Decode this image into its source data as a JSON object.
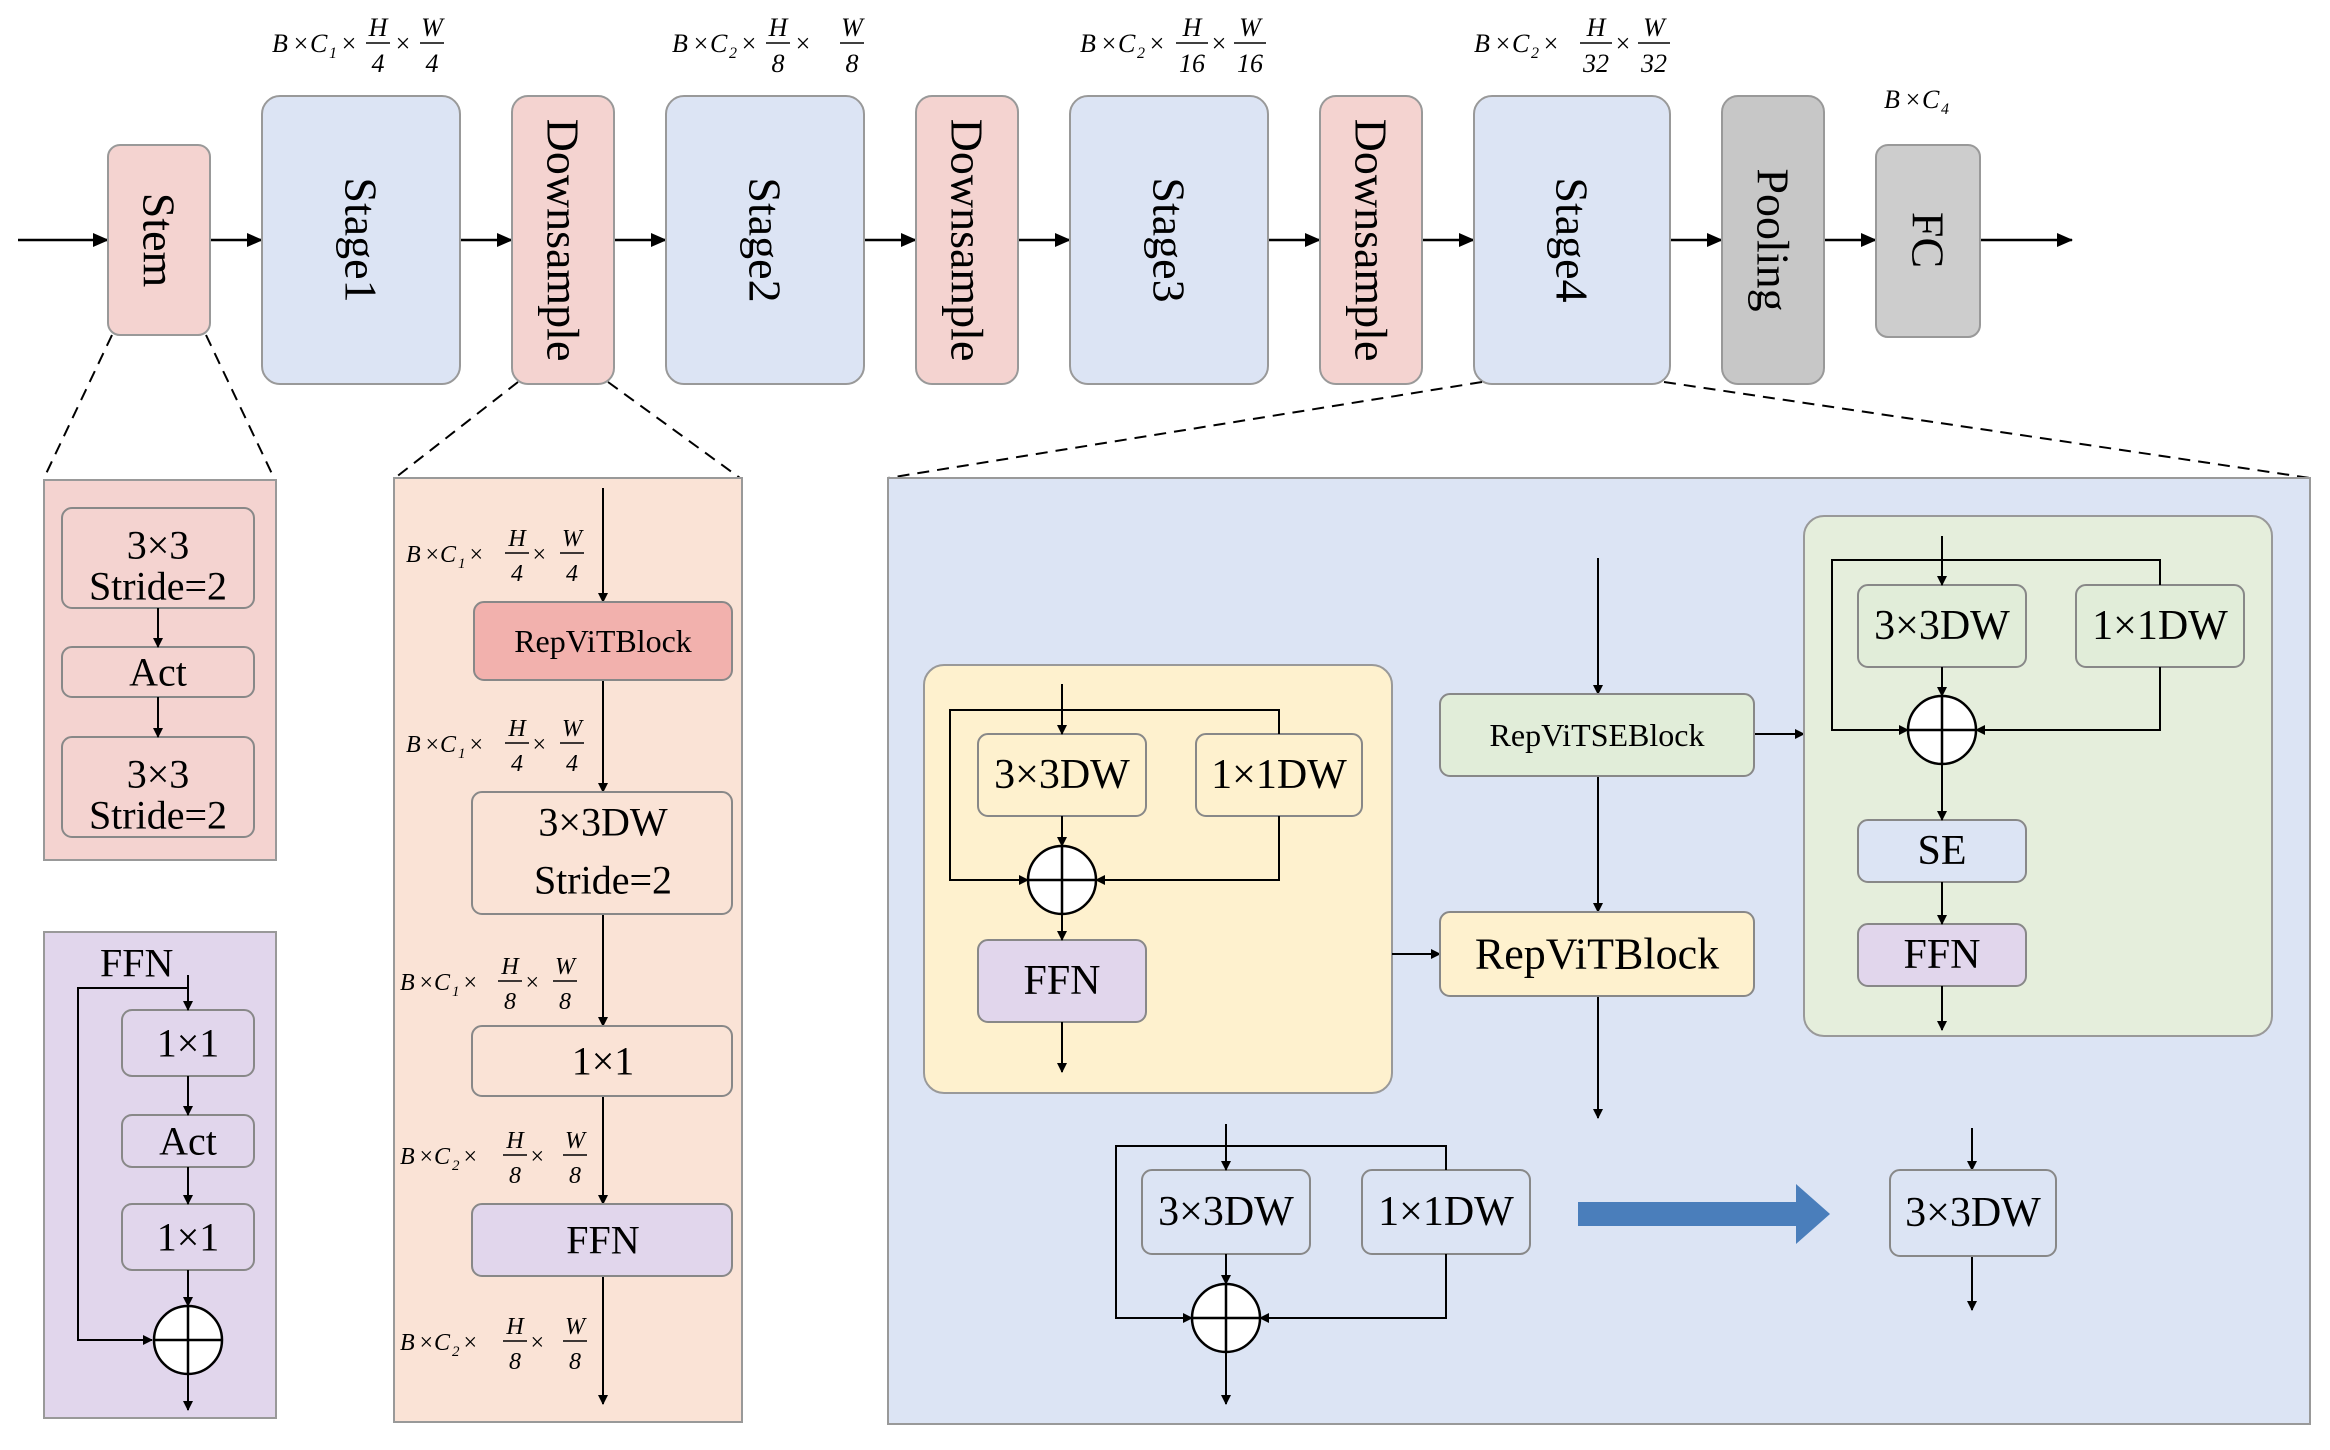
{
  "colors": {
    "stem": "#F4D3D0",
    "stage": "#DCE4F4",
    "downsample": "#F4D3D0",
    "pooling": "#C7C7C7",
    "fc": "#CDCDCD",
    "stem_detail_bg": "#F4D3D0",
    "ffn_bg": "#E1D6EC",
    "downsample_detail_bg": "#FAE3D6",
    "stage4_detail_bg": "#DCE4F4",
    "yellow_block": "#FEF1CE",
    "green_block": "#E5EEDC",
    "green_box": "#E1EDD9",
    "repvit_red": "#F2B1AD",
    "purple_box": "#E1D6EC",
    "blue_arrow": "#4A7EBB"
  },
  "top_row": {
    "stem": "Stem",
    "stage1": "Stage1",
    "downsample1": "Downsample",
    "stage2": "Stage2",
    "downsample2": "Downsample",
    "stage3": "Stage3",
    "downsample3": "Downsample",
    "stage4": "Stage4",
    "pooling": "Pooling",
    "fc": "FC"
  },
  "shapes": {
    "s1": {
      "b": "B",
      "c": "C",
      "sub": "1",
      "h": "H",
      "w": "W",
      "hd": "4",
      "wd": "4"
    },
    "s2": {
      "b": "B",
      "c": "C",
      "sub": "2",
      "h": "H",
      "w": "W",
      "hd": "8",
      "wd": "8"
    },
    "s3": {
      "b": "B",
      "c": "C",
      "sub": "2",
      "h": "H",
      "w": "W",
      "hd": "16",
      "wd": "16"
    },
    "s4": {
      "b": "B",
      "c": "C",
      "sub": "2",
      "h": "H",
      "w": "W",
      "hd": "32",
      "wd": "32"
    },
    "fc": {
      "b": "B",
      "c": "C",
      "sub": "4"
    },
    "times": "×"
  },
  "stem_detail": {
    "conv1": [
      "3×3",
      "Stride=2"
    ],
    "act": "Act",
    "conv2": [
      "3×3",
      "Stride=2"
    ]
  },
  "ffn_detail": {
    "title": "FFN",
    "conv1": "1×1",
    "act": "Act",
    "conv2": "1×1"
  },
  "downsample_detail": {
    "shape1": {
      "sub": "1",
      "hd": "4",
      "wd": "4"
    },
    "repvit": "RepViTBlock",
    "shape2": {
      "sub": "1",
      "hd": "4",
      "wd": "4"
    },
    "dw": [
      "3×3DW",
      "Stride=2"
    ],
    "shape3": {
      "sub": "1",
      "hd": "8",
      "wd": "8"
    },
    "pw": "1×1",
    "shape4": {
      "sub": "2",
      "hd": "8",
      "wd": "8"
    },
    "ffn": "FFN",
    "shape5": {
      "sub": "2",
      "hd": "8",
      "wd": "8"
    }
  },
  "stage4_detail": {
    "yellow": {
      "dw3": "3×3DW",
      "dw1": "1×1DW",
      "ffn": "FFN"
    },
    "repvitse": "RepViTSEBlock",
    "repvit": "RepViTBlock",
    "green": {
      "dw3": "3×3DW",
      "dw1": "1×1DW",
      "se": "SE",
      "ffn": "FFN"
    },
    "bottom": {
      "dw3": "3×3DW",
      "dw1": "1×1DW",
      "result": "3×3DW"
    }
  }
}
